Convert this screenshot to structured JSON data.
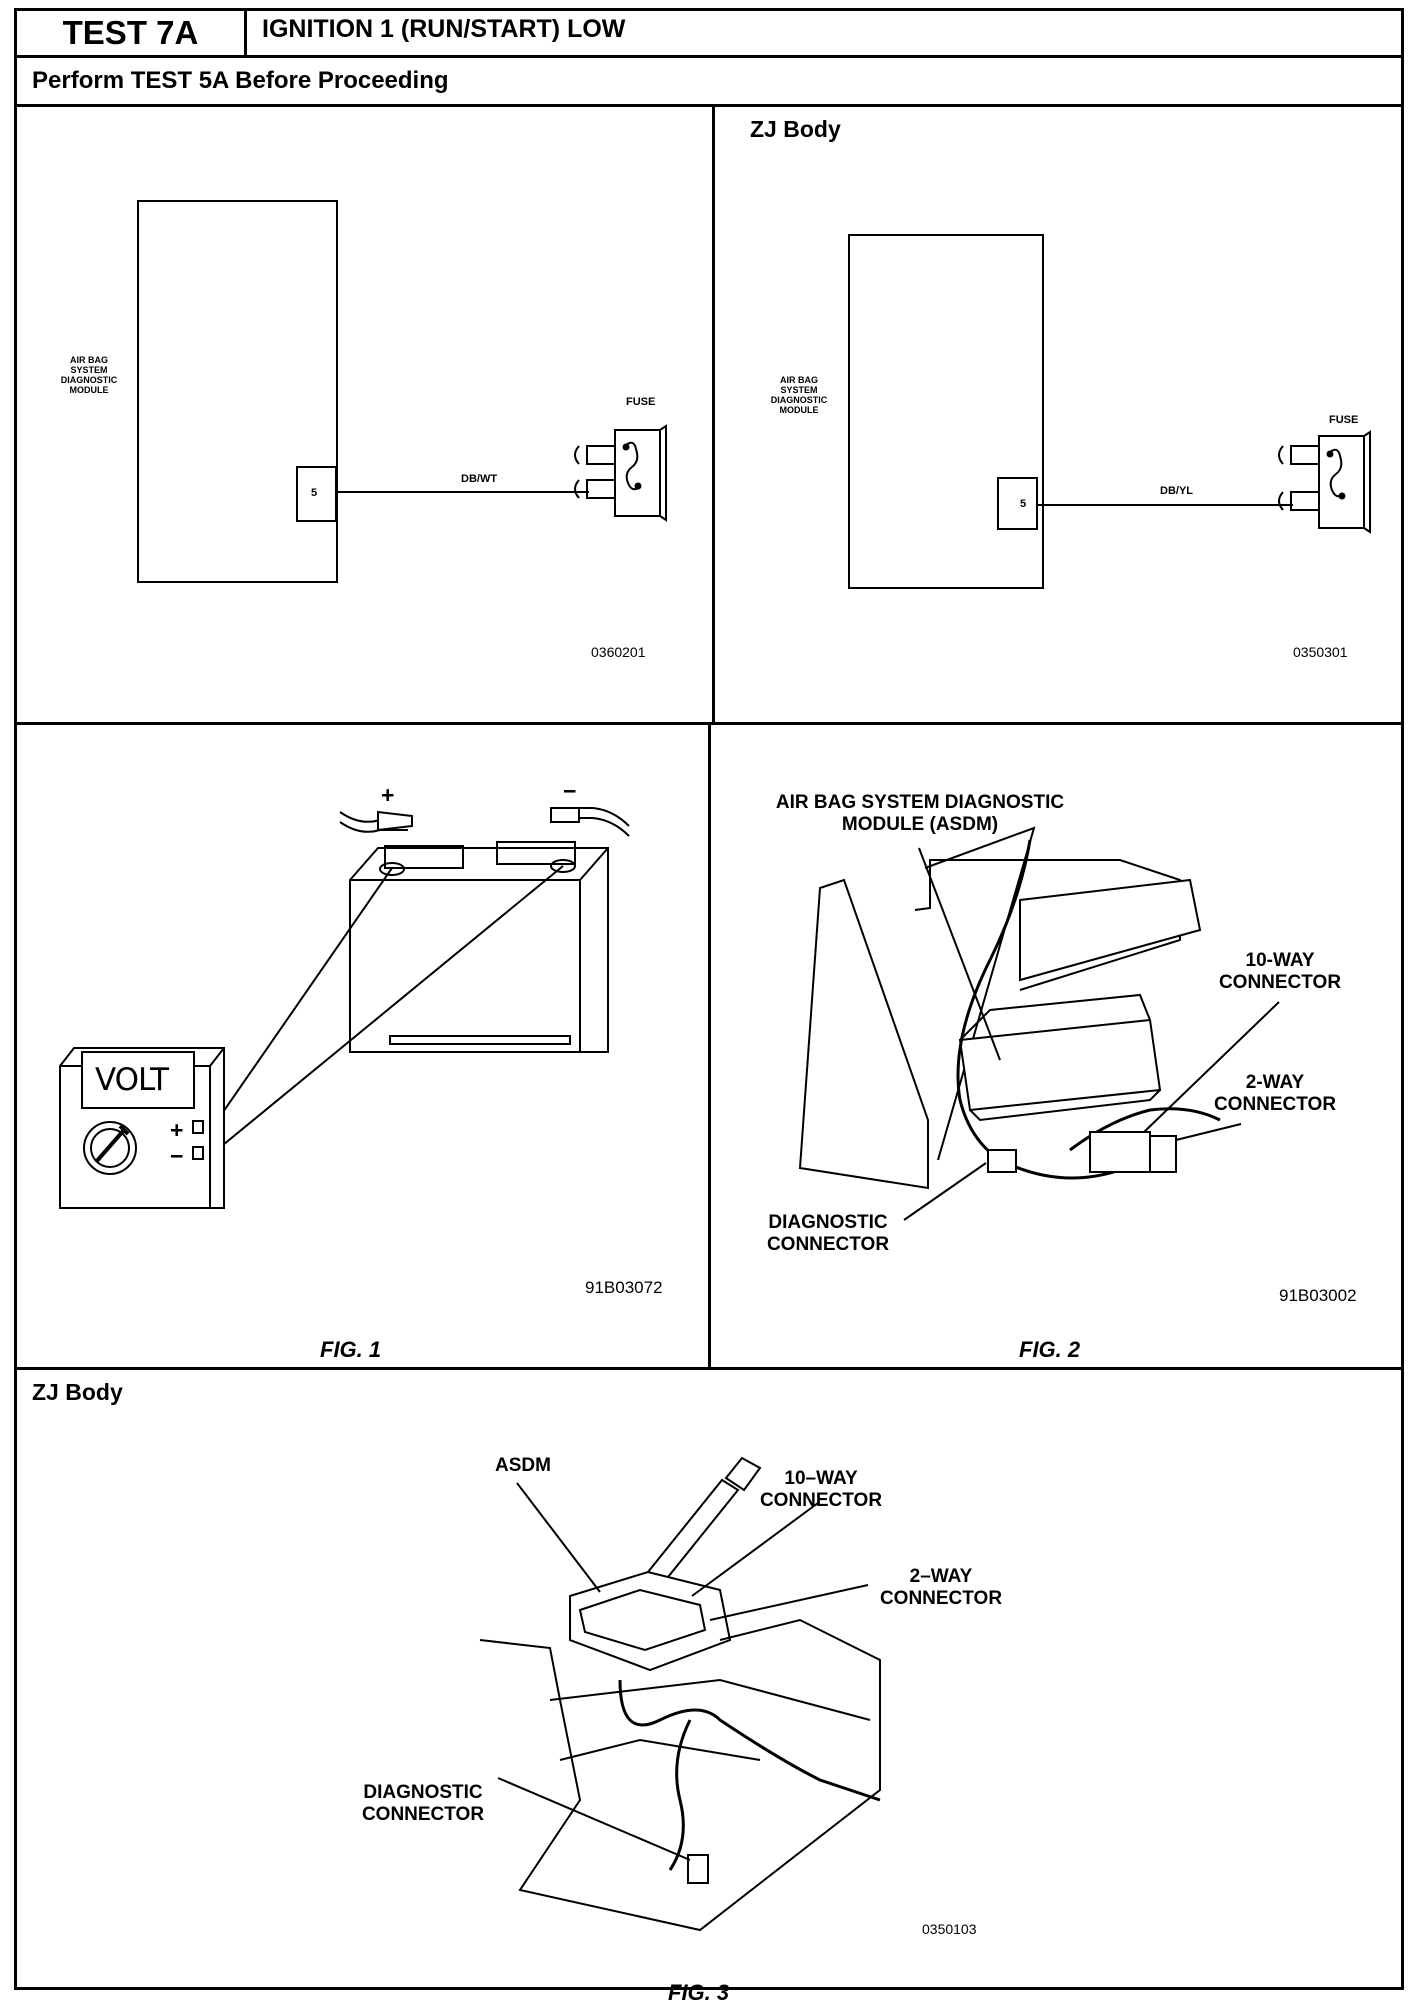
{
  "header": {
    "test_id": "TEST 7A",
    "title": "IGNITION 1 (RUN/START) LOW",
    "instruction": "Perform TEST 5A Before Proceeding"
  },
  "panel_tl": {
    "module_label": "AIR BAG\nSYSTEM\nDIAGNOSTIC\nMODULE",
    "pin": "5",
    "wire": "DB/WT",
    "fuse_label": "FUSE",
    "code": "0360201"
  },
  "panel_tr": {
    "body_label": "ZJ Body",
    "module_label": "AIR BAG\nSYSTEM\nDIAGNOSTIC\nMODULE",
    "pin": "5",
    "wire": "DB/YL",
    "fuse_label": "FUSE",
    "code": "0350301"
  },
  "fig1": {
    "plus": "+",
    "minus": "−",
    "meter_display": "VOLT",
    "meter_plus": "+",
    "meter_minus": "−",
    "code": "91B03072",
    "caption": "FIG. 1"
  },
  "fig2": {
    "asdm_callout": "AIR BAG SYSTEM DIAGNOSTIC\nMODULE (ASDM)",
    "ten_way": "10-WAY\nCONNECTOR",
    "two_way": "2-WAY\nCONNECTOR",
    "diag": "DIAGNOSTIC\nCONNECTOR",
    "code": "91B03002",
    "caption": "FIG. 2"
  },
  "fig3": {
    "body_label": "ZJ Body",
    "asdm": "ASDM",
    "ten_way": "10–WAY\nCONNECTOR",
    "two_way": "2–WAY\nCONNECTOR",
    "diag": "DIAGNOSTIC\nCONNECTOR",
    "code": "0350103",
    "caption": "FIG. 3"
  }
}
